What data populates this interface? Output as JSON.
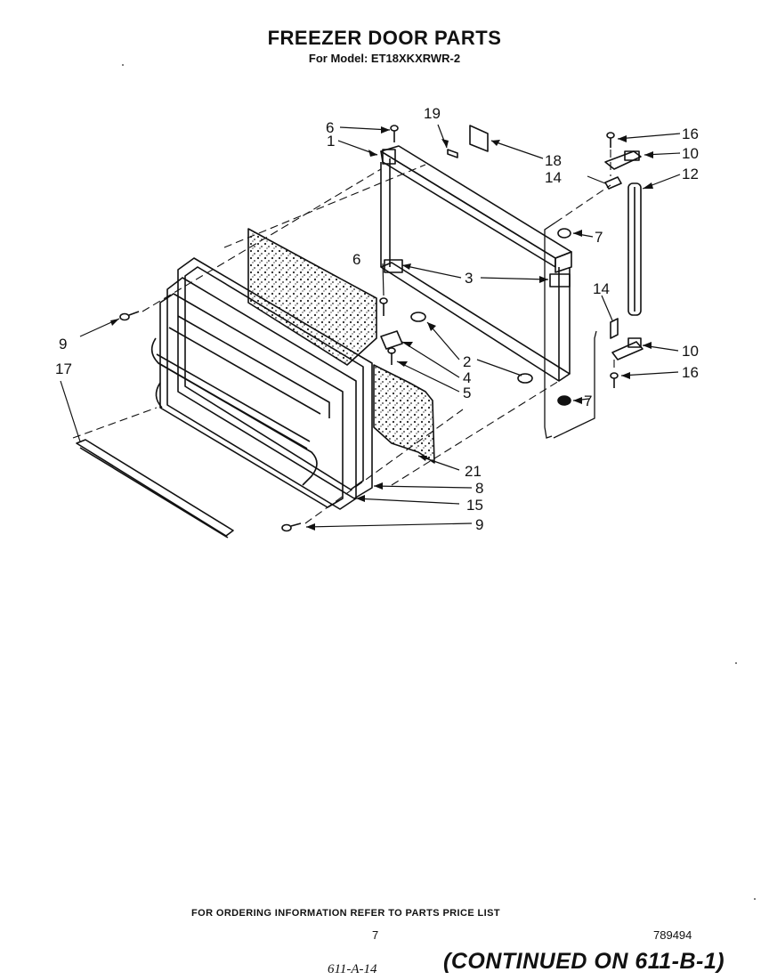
{
  "header": {
    "title": "FREEZER DOOR PARTS",
    "subtitle": "For Model: ET18XKXRWR-2"
  },
  "callouts": {
    "c1": "1",
    "c2": "2",
    "c3": "3",
    "c4": "4",
    "c5": "5",
    "c6a": "6",
    "c6b": "6",
    "c7a": "7",
    "c7b": "7",
    "c8": "8",
    "c9a": "9",
    "c9b": "9",
    "c10a": "10",
    "c10b": "10",
    "c12": "12",
    "c14a": "14",
    "c14b": "14",
    "c15": "15",
    "c16a": "16",
    "c16b": "16",
    "c17": "17",
    "c18": "18",
    "c19": "19",
    "c21": "21"
  },
  "footer": {
    "ordering_note": "FOR ORDERING INFORMATION REFER TO PARTS PRICE LIST",
    "page_number": "7",
    "document_number": "789494",
    "handwritten_ref": "611-A-14",
    "continued": "(CONTINUED ON 611-B-1)"
  }
}
